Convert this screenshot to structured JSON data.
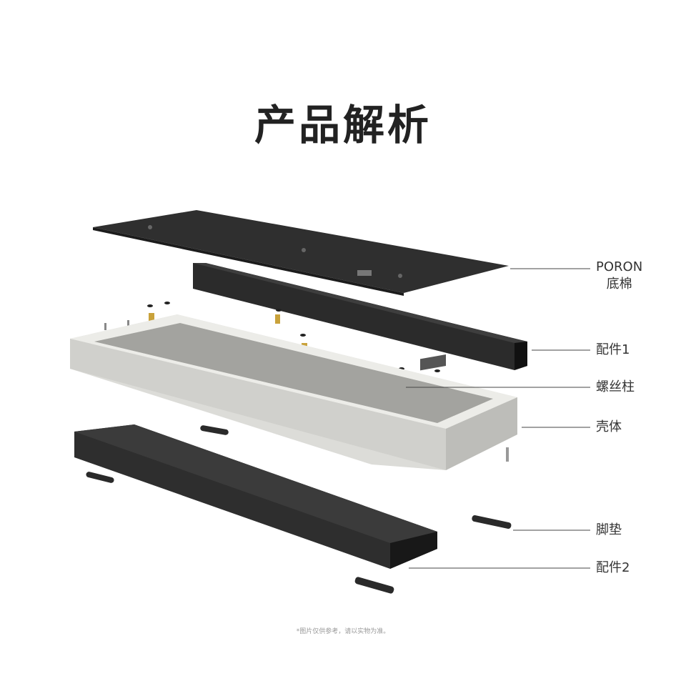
{
  "title": "产品解析",
  "labels": {
    "poron_line1": "PORON",
    "poron_line2": "底棉",
    "part1": "配件1",
    "standoff": "螺丝柱",
    "case": "壳体",
    "feet": "脚垫",
    "part2": "配件2"
  },
  "footnote": "*图片仅供参考，请以实物为准。",
  "colors": {
    "dark_part": "#2b2b2b",
    "case_light": "#e2e2de",
    "case_shadow": "#9c9c98",
    "brass": "#c9a23b",
    "leader_line": "#444444"
  }
}
